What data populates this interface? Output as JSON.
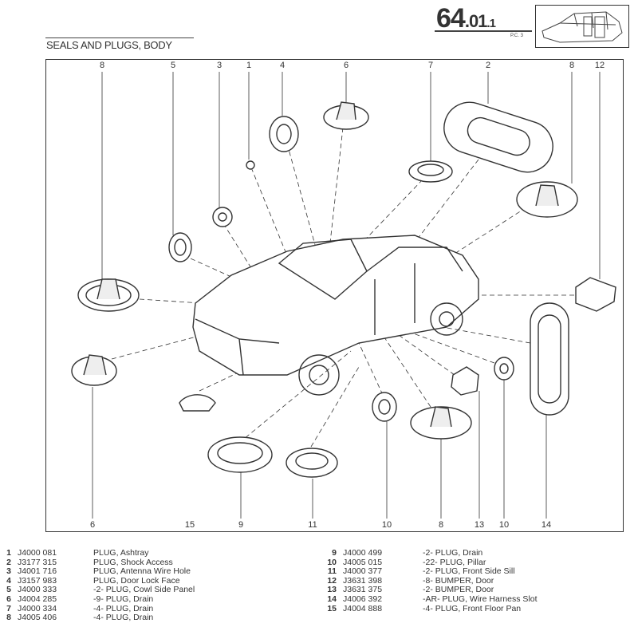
{
  "header": {
    "page_main": "64",
    "page_sub": ".01",
    "page_minor": ".1",
    "pc": "P.C. 3",
    "title": "SEALS AND PLUGS, BODY"
  },
  "callouts_top": [
    "8",
    "5",
    "3",
    "1",
    "4",
    "6",
    "7",
    "2",
    "8",
    "12"
  ],
  "callouts_bottom": [
    "6",
    "15",
    "9",
    "11",
    "10",
    "8",
    "13",
    "10",
    "14"
  ],
  "parts": [
    {
      "num": "1",
      "part": "J4000 081",
      "desc": "PLUG, Ashtray"
    },
    {
      "num": "2",
      "part": "J3177 315",
      "desc": "PLUG, Shock Access"
    },
    {
      "num": "3",
      "part": "J4001 716",
      "desc": "PLUG, Antenna Wire Hole"
    },
    {
      "num": "4",
      "part": "J3157 983",
      "desc": "PLUG, Door Lock Face"
    },
    {
      "num": "5",
      "part": "J4000 333",
      "desc": "-2- PLUG, Cowl Side Panel"
    },
    {
      "num": "6",
      "part": "J4004 285",
      "desc": "-9- PLUG, Drain"
    },
    {
      "num": "7",
      "part": "J4000 334",
      "desc": "-4- PLUG, Drain"
    },
    {
      "num": "8",
      "part": "J4005 406",
      "desc": "-4- PLUG, Drain"
    },
    {
      "num": "9",
      "part": "J4000 499",
      "desc": "-2- PLUG, Drain"
    },
    {
      "num": "10",
      "part": "J4005 015",
      "desc": "-22- PLUG, Pillar"
    },
    {
      "num": "11",
      "part": "J4000 377",
      "desc": "-2- PLUG, Front Side Sill"
    },
    {
      "num": "12",
      "part": "J3631 398",
      "desc": "-8- BUMPER, Door"
    },
    {
      "num": "13",
      "part": "J3631 375",
      "desc": "-2- BUMPER, Door"
    },
    {
      "num": "14",
      "part": "J4006 392",
      "desc": "-AR- PLUG, Wire Harness Slot"
    },
    {
      "num": "15",
      "part": "J4004 888",
      "desc": "-4- PLUG, Front Floor Pan"
    }
  ]
}
